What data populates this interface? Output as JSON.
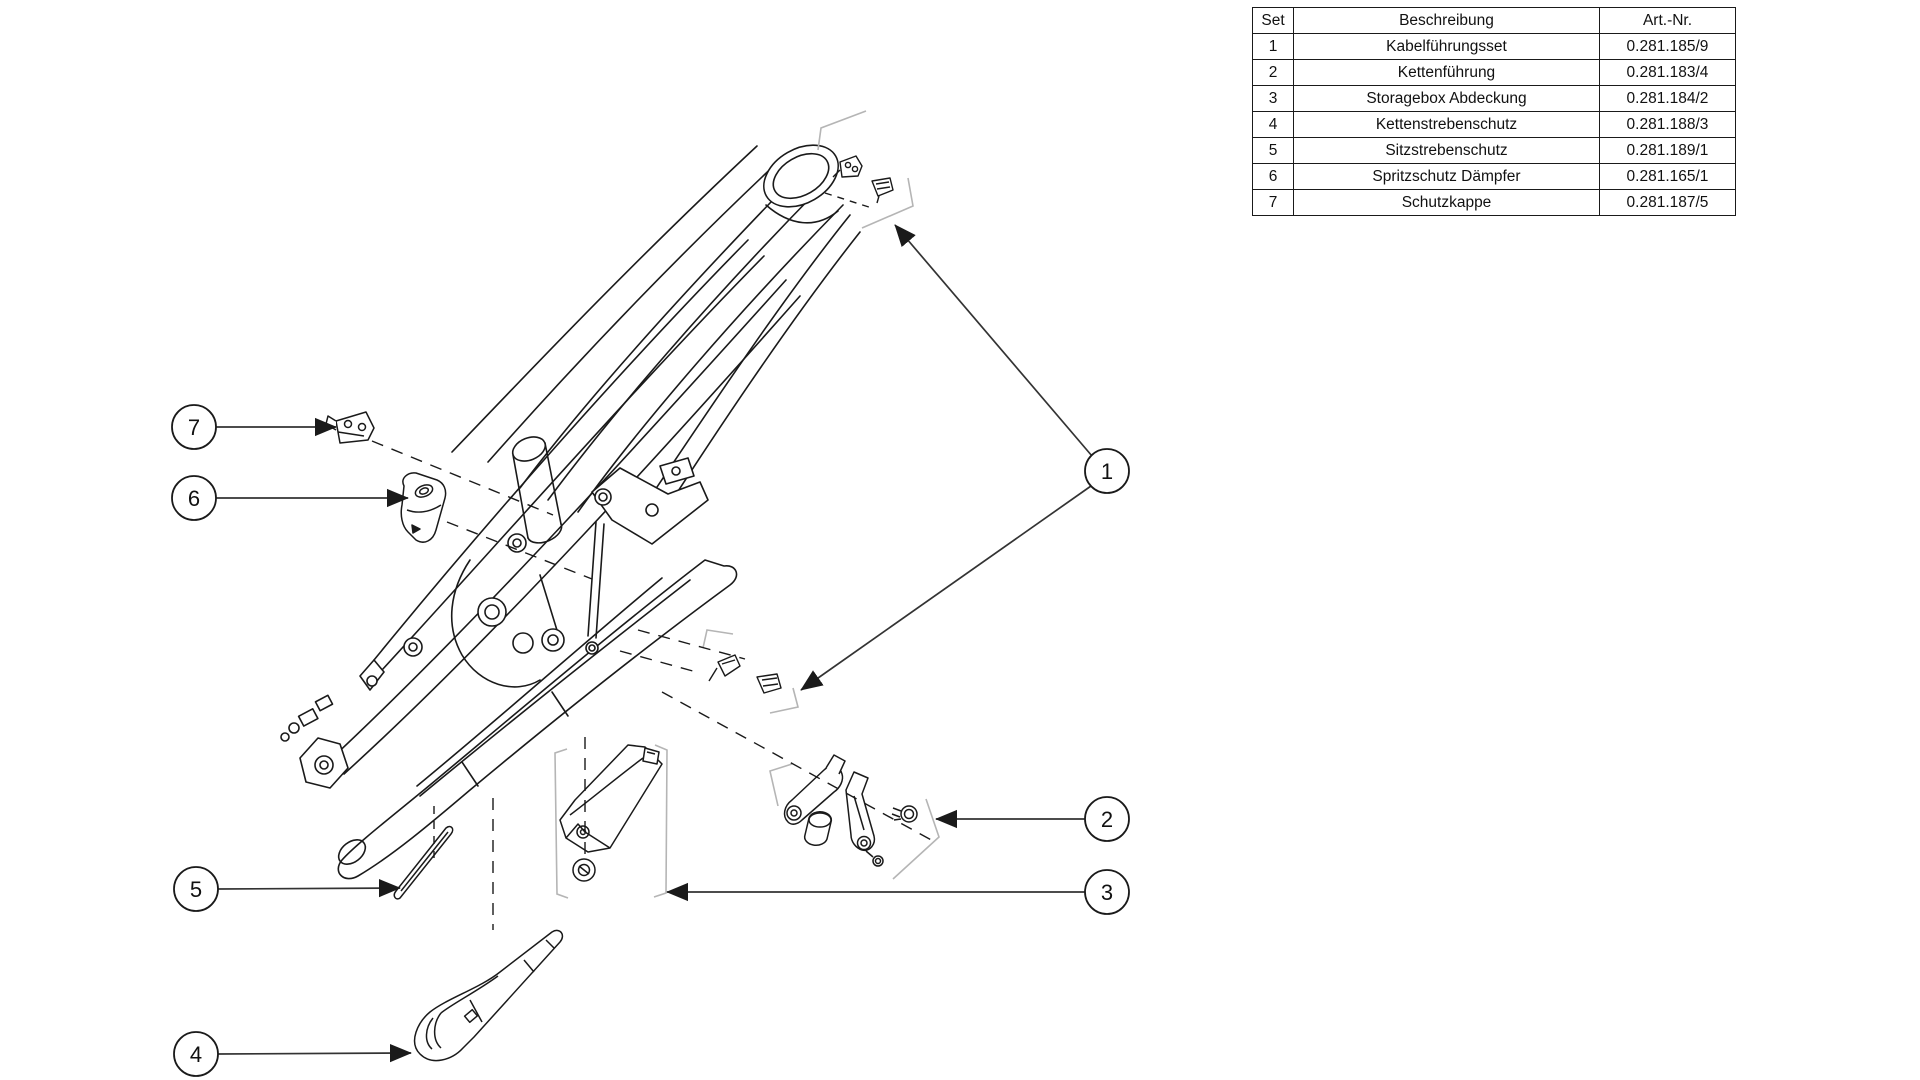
{
  "parts_table": {
    "headers": {
      "set": "Set",
      "description": "Beschreibung",
      "art_nr": "Art.-Nr."
    },
    "rows": [
      {
        "set": "1",
        "description": "Kabelführungsset",
        "art_nr": "0.281.185/9"
      },
      {
        "set": "2",
        "description": "Kettenführung",
        "art_nr": "0.281.183/4"
      },
      {
        "set": "3",
        "description": "Storagebox Abdeckung",
        "art_nr": "0.281.184/2"
      },
      {
        "set": "4",
        "description": "Kettenstrebenschutz",
        "art_nr": "0.281.188/3"
      },
      {
        "set": "5",
        "description": "Sitzstrebenschutz",
        "art_nr": "0.281.189/1"
      },
      {
        "set": "6",
        "description": "Spritzschutz Dämpfer",
        "art_nr": "0.281.165/1"
      },
      {
        "set": "7",
        "description": "Schutzkappe",
        "art_nr": "0.281.187/5"
      }
    ]
  },
  "callouts": [
    {
      "label": "1"
    },
    {
      "label": "2"
    },
    {
      "label": "3"
    },
    {
      "label": "4"
    },
    {
      "label": "5"
    },
    {
      "label": "6"
    },
    {
      "label": "7"
    }
  ],
  "colors": {
    "line": "#1a1a1a",
    "leader": "#333333",
    "bracket": "#b5b5b5",
    "background": "#ffffff"
  }
}
